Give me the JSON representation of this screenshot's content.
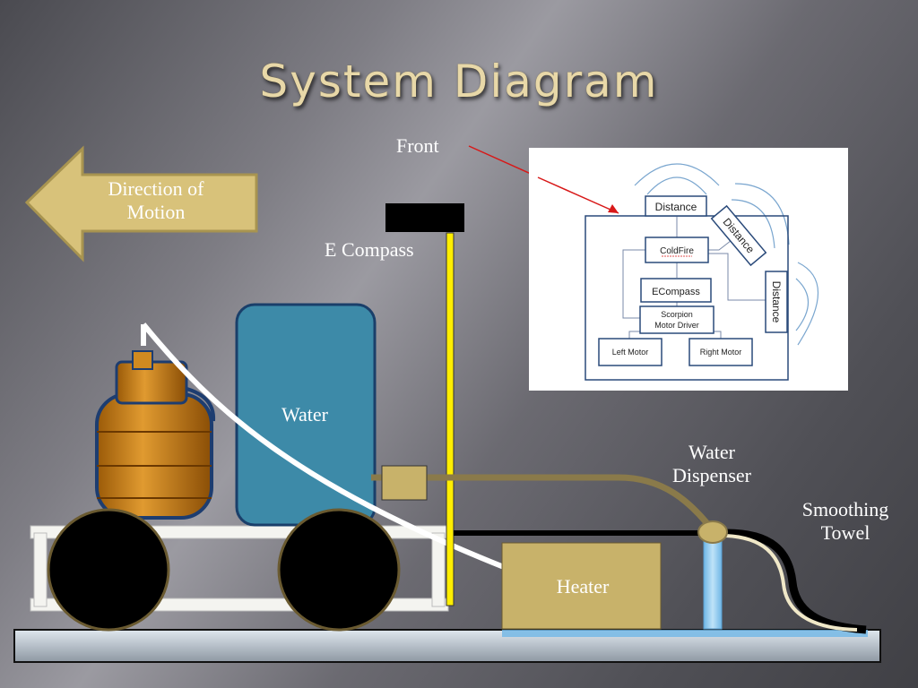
{
  "slide": {
    "title": "System Diagram"
  },
  "labels": {
    "front": "Front",
    "e_compass": "E Compass",
    "direction_of_motion": "Direction of Motion",
    "water": "Water",
    "water_dispenser": "Water Dispenser",
    "smoothing_towel": "Smoothing Towel",
    "heater": "Heater"
  },
  "block_diagram": {
    "distance_top": "Distance",
    "distance_diag": "Distance",
    "distance_side": "Distance",
    "coldfire": "ColdFire",
    "ecompass": "ECompass",
    "scorpion": "Scorpion",
    "motor_driver": "Motor Driver",
    "left_motor": "Left Motor",
    "right_motor": "Right Motor"
  },
  "colors": {
    "title": "#e8d8a8",
    "arrow_fill": "#d8c27a",
    "water_tank": "#3d8aa8",
    "mast": "#ffee00",
    "heater_box": "#c8b26a",
    "tube": "#8a7a4a",
    "front_arrow": "#d81818",
    "diagram_lines": "#2a4a7a"
  }
}
